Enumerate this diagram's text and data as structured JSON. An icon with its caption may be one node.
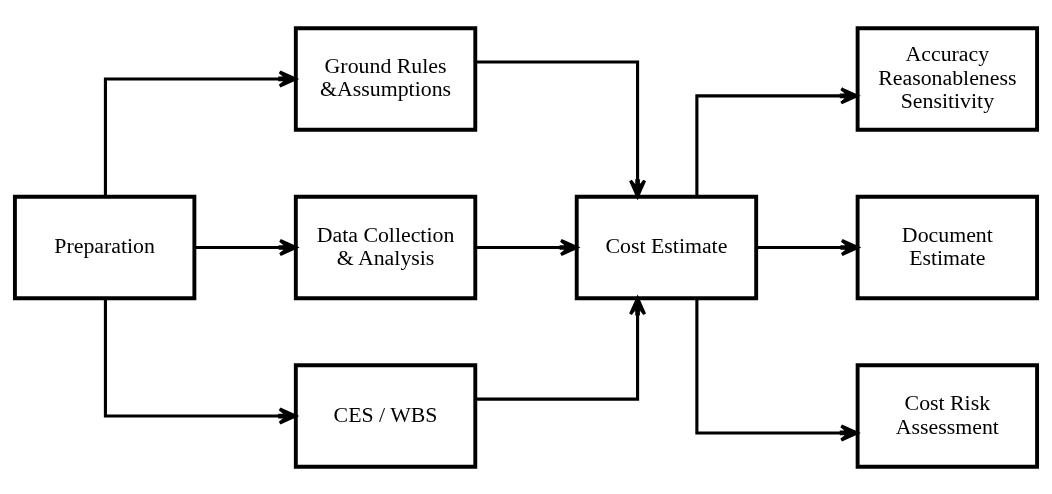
{
  "diagram": {
    "nodes": [
      {
        "text": [
          "Preparation"
        ]
      },
      {
        "text": [
          "Ground Rules &Assumptions"
        ]
      },
      {
        "text": [
          "Data Collection & Analysis"
        ]
      },
      {
        "text": [
          "CES / WBS"
        ]
      },
      {
        "text": [
          "Cost Estimate"
        ]
      },
      {
        "text": [
          "Accuracy Reasonableness Sensitivity"
        ]
      },
      {
        "text": [
          "Document Estimate"
        ]
      },
      {
        "text": [
          "Cost Risk Assessment"
        ]
      }
    ],
    "edges": [
      {
        "from": 0,
        "to": 1,
        "arrow": "to"
      },
      {
        "from": 0,
        "to": 2,
        "arrow": "to"
      },
      {
        "from": 0,
        "to": 3,
        "arrow": "to"
      },
      {
        "from": 1,
        "to": 4,
        "arrow": "to"
      },
      {
        "from": 2,
        "to": 4,
        "arrow": "to"
      },
      {
        "from": 3,
        "to": 4,
        "arrow": "to"
      },
      {
        "from": 4,
        "to": 5,
        "arrow": "to"
      },
      {
        "from": 4,
        "to": 6,
        "arrow": "to"
      },
      {
        "from": 4,
        "to": 7,
        "arrow": "to"
      }
    ]
  }
}
